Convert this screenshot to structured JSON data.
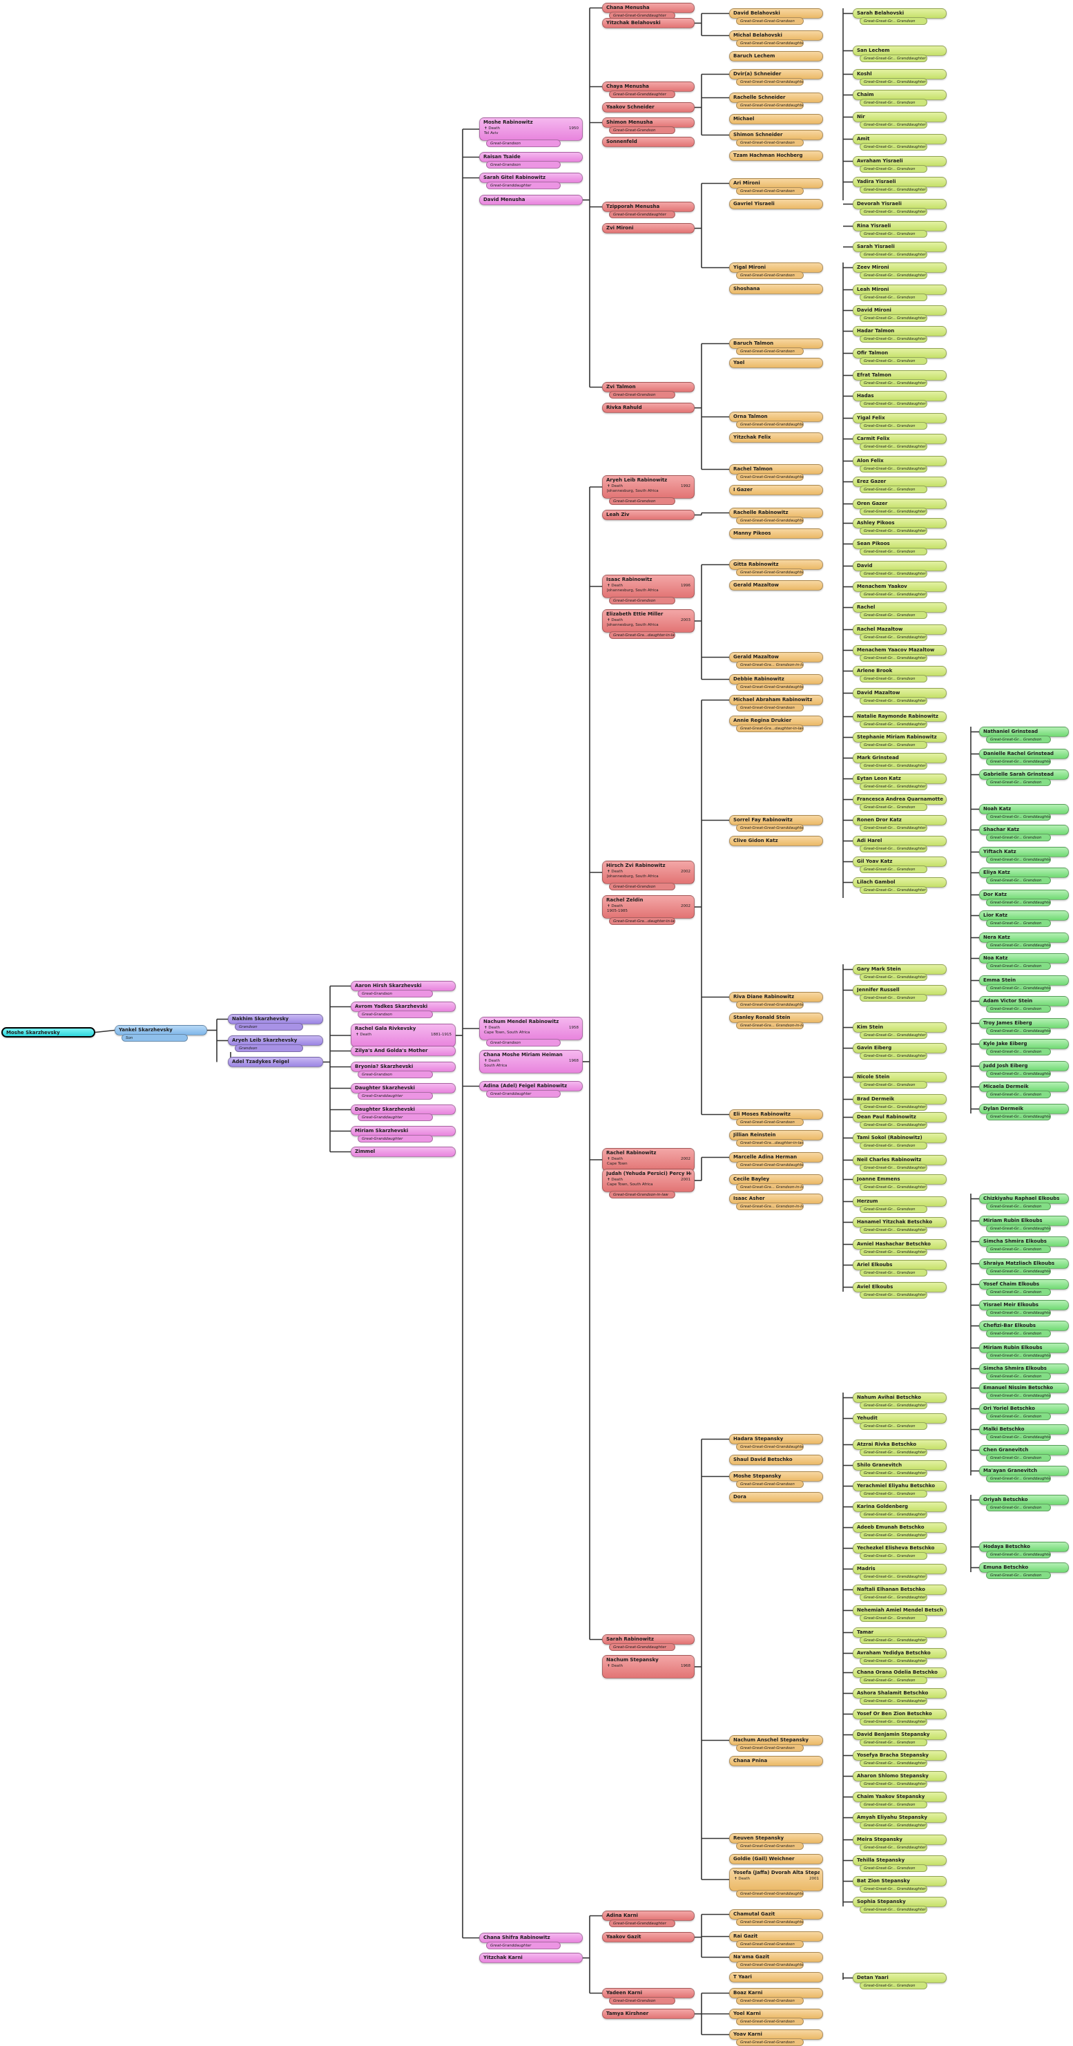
{
  "labels": {
    "death": "Death",
    "GGGGs": "Great-Great-Gr... Grandson",
    "GGGGd": "Great-Great-Gr... Granddaughter",
    "GGGs": "Great-Great-Great-Grandson",
    "GGGd": "Great-Great-Great-Granddaughter",
    "GGs": "Great-Great-Grandson",
    "GGd": "Great-Great-Granddaughter",
    "Gs": "Great-Grandson",
    "Gd": "Great-Granddaughter",
    "GGdil": "Great-Great-Gra...daughter-in-law",
    "GGGdil": "Great-Great-Gra...daughter-in-law",
    "GGGGsil": "Great-Great-Gra... Grandson-in-law",
    "GGsil": "Great-Great-Grandson-in-law",
    "GGGsil": "Great-Great-Great-Grandson-in-law"
  },
  "colors": {
    "gen0": "#2fd6dc",
    "gen1": "#8fc0ec",
    "gen2": "#a892e6",
    "gen3": "#ec95e3",
    "gen4": "#e58484",
    "gen5": "#eec27c",
    "gen6": "#cce67c",
    "gen7": "#84de86",
    "connector": "#333333"
  },
  "people": [
    {
      "id": "moshe",
      "name": "Moshe Skarzhevsky",
      "gen": 0
    },
    {
      "id": "yankel",
      "parent": "moshe",
      "name": "Yankel Skarzhevsky",
      "gen": 1,
      "rel": "Son"
    },
    {
      "id": "nakhim",
      "parent": "yankel",
      "name": "Nakhim Skarzhevsky",
      "gen": 2,
      "rel": "Grandson"
    },
    {
      "id": "aryeh",
      "parent": "yankel",
      "name": "Aryeh Leib Skarzhevsky",
      "gen": 2,
      "rel": "Grandson"
    },
    {
      "id": "adel",
      "parent": "yankel",
      "name": "Adel Tzadykes Feigel",
      "gen": 2,
      "spouse": true
    },
    {
      "id": "aaronhirsh",
      "parent": "aryeh",
      "name": "Aaron Hirsh Skarzhevski",
      "gen": 3,
      "rel": "Great-Grandson"
    },
    {
      "id": "avrom",
      "parent": "aryeh",
      "name": "Avrom Yadkes Skarzhevski",
      "gen": 3,
      "rel": "Great-Grandson"
    },
    {
      "id": "racheltala",
      "parent": "aryeh",
      "name": "Rachel Gala Rivkevsky",
      "gen": 3,
      "d1": "1881-1915",
      "big": true
    },
    {
      "id": "zilya",
      "parent": "aryeh",
      "name": "Zilya's And Golda's Mother",
      "gen": 3
    },
    {
      "id": "bryonia",
      "parent": "aryeh",
      "name": "Bryonia? Skarzhevski",
      "gen": 3,
      "rel": "Great-Grandson"
    },
    {
      "id": "daughter1",
      "parent": "aryeh",
      "name": "Daughter Skarzhevski",
      "gen": 3,
      "rel": "Great-Granddaughter"
    },
    {
      "id": "daughter2",
      "parent": "aryeh",
      "name": "Daughter Skarzhevski",
      "gen": 3,
      "rel": "Great-Granddaughter"
    },
    {
      "id": "miriam",
      "parent": "aryeh",
      "name": "Miriam Skarzhevski",
      "gen": 3,
      "rel": "Great-Granddaughter"
    },
    {
      "id": "zimmel",
      "parent": "aryeh",
      "name": "Zimmel",
      "gen": 3
    },
    {
      "id": "mosherab",
      "parent": "racheltala",
      "name": "Moshe Rabinowitz",
      "gen": 3,
      "d1": "1950",
      "d2": "Tel Aviv",
      "rel": "Great-Grandson",
      "big": true
    },
    {
      "id": "raisa",
      "parent": "racheltala",
      "name": "Raisan Tsaide",
      "gen": 3,
      "rel": "Great-Grandson"
    },
    {
      "id": "sarahgitel",
      "parent": "racheltala",
      "name": "Sarah Gitel Rabinowitz",
      "gen": 3,
      "rel": "Great-Granddaughter"
    },
    {
      "id": "davidmen",
      "parent": "racheltala",
      "name": "David Menusha",
      "gen": 3,
      "spouse": true
    },
    {
      "id": "nachummendel",
      "parent": "racheltala",
      "name": "Nachum Mendel Rabinowitz",
      "gen": 3,
      "d1": "1958",
      "d2": "Cape Town, South Africa",
      "rel": "Great-Grandson",
      "big": true
    },
    {
      "id": "chanamoshe",
      "parent": "racheltala",
      "name": "Chana Moshe Miriam Heiman",
      "gen": 3,
      "d1": "1968",
      "d2": "South Africa",
      "big": true,
      "spouse": true
    },
    {
      "id": "adina",
      "parent": "racheltala",
      "name": "Adina (Adel) Feigel Rabinowitz",
      "gen": 3,
      "rel": "Great-Granddaughter"
    },
    {
      "id": "chanashifra",
      "parent": "racheltala",
      "name": "Chana Shifra Rabinowitz",
      "gen": 3,
      "rel": "Great-Granddaughter"
    },
    {
      "id": "yitzchakkarni",
      "parent": "racheltala",
      "name": "Yitzchak Karni",
      "gen": 3,
      "spouse": true
    },
    {
      "id": "chanamen",
      "name": "Chana Menusha",
      "gen": 4,
      "rel": "Great-Great-Granddaughter"
    },
    {
      "id": "yitzbel",
      "name": "Yitzchak Belahovski",
      "gen": 4,
      "spouse": true
    },
    {
      "id": "chayamen",
      "name": "Chaya Menusha",
      "gen": 4,
      "rel": "Great-Great-Granddaughter"
    },
    {
      "id": "yaakovsch",
      "name": "Yaakov Schneider",
      "gen": 4,
      "spouse": true
    },
    {
      "id": "shimonmen",
      "name": "Shimon Menusha",
      "gen": 4,
      "rel": "Great-Great-Grandson"
    },
    {
      "id": "sonnenfeld",
      "name": "Sonnenfeld",
      "gen": 4,
      "spouse": true
    },
    {
      "id": "tzipporah",
      "name": "Tzipporah Menusha",
      "gen": 4,
      "rel": "Great-Great-Granddaughter"
    },
    {
      "id": "zvmiron",
      "name": "Zvi Mironi",
      "gen": 4,
      "spouse": true
    },
    {
      "id": "zvtalmon",
      "name": "Zvi Talmon",
      "gen": 4,
      "rel": "Great-Great-Grandson"
    },
    {
      "id": "rivkarah",
      "name": "Rivka Rahuld",
      "gen": 4,
      "spouse": true
    },
    {
      "id": "aryehleib",
      "name": "Aryeh Leib Rabinowitz",
      "gen": 4,
      "d1": "1992",
      "d2": "Johannesburg, South Africa",
      "rel": "Great-Great-Grandson",
      "big": true
    },
    {
      "id": "leahziv",
      "name": "Leah Ziv",
      "gen": 4,
      "spouse": true
    },
    {
      "id": "isaac",
      "name": "Isaac Rabinowitz",
      "gen": 4,
      "d1": "1996",
      "d2": "Johannesburg, South Africa",
      "rel": "Great-Great-Grandson",
      "big": true
    },
    {
      "id": "elizabeth",
      "name": "Elizabeth Ettie Miller",
      "gen": 4,
      "d1": "2003",
      "d2": "Johannesburg, South Africa",
      "rel": "Great-Great-Gra...daughter-in-law",
      "big": true
    },
    {
      "id": "hirsch",
      "name": "Hirsch Zvi Rabinowitz",
      "gen": 4,
      "d1": "2002",
      "d2": "Johannesburg, South Africa",
      "rel": "Great-Great-Grandson",
      "big": true
    },
    {
      "id": "rachelzeldin",
      "name": "Rachel Zeldin",
      "gen": 4,
      "d1": "2002",
      "d2": "1905-1985",
      "rel": "Great-Great-Gra...daughter-in-law",
      "big": true
    },
    {
      "id": "rachelrab",
      "name": "Rachel Rabinowitz",
      "gen": 4,
      "d1": "2002",
      "d2": "Cape Town",
      "rel": "Great-Great-Granddaughter",
      "big": true
    },
    {
      "id": "judah",
      "name": "Judah (Yehuda Persici) Percy Herman",
      "gen": 4,
      "d1": "2001",
      "d2": "Cape Town, South Africa",
      "rel": "Great-Great-Grandson-in-law",
      "big": true
    },
    {
      "id": "sarahrab",
      "name": "Sarah Rabinowitz",
      "gen": 4,
      "rel": "Great-Great-Granddaughter"
    },
    {
      "id": "nachumstep",
      "name": "Nachum Stepansky",
      "gen": 4,
      "d1": "1968",
      "big": true
    },
    {
      "id": "adinakarni",
      "name": "Adina Karni",
      "gen": 4,
      "rel": "Great-Great-Granddaughter"
    },
    {
      "id": "yaakovgazit",
      "name": "Yaakov Gazit",
      "gen": 4,
      "spouse": true
    },
    {
      "id": "yadeenkarni",
      "name": "Yadeen Karni",
      "gen": 4,
      "rel": "Great-Great-Grandson"
    },
    {
      "id": "tamyakirs",
      "name": "Tamya Kirshner",
      "gen": 4,
      "spouse": true
    },
    {
      "id": "davidbel",
      "name": "David Belahovski",
      "gen": 5,
      "rel": "Great-Great-Great-Grandson"
    },
    {
      "id": "michalbel",
      "name": "Michal Belahovski",
      "gen": 5,
      "rel": "Great-Great-Great-Granddaughter"
    },
    {
      "id": "baruchlech",
      "name": "Baruch Lechem",
      "gen": 5,
      "spouse": true
    },
    {
      "id": "dvirsch",
      "name": "Dvir(a) Schneider",
      "gen": 5,
      "rel": "Great-Great-Great-Granddaughter"
    },
    {
      "id": "rachellesch",
      "name": "Rachelle Schneider",
      "gen": 5,
      "rel": "Great-Great-Great-Granddaughter"
    },
    {
      "id": "michael",
      "name": "Michael",
      "gen": 5,
      "spouse": true
    },
    {
      "id": "shimonsch",
      "name": "Shimon Schneider",
      "gen": 5,
      "rel": "Great-Great-Great-Grandson"
    },
    {
      "id": "tzamhach",
      "name": "Tzam Hachman Hochberg",
      "gen": 5,
      "spouse": true
    },
    {
      "id": "arimir",
      "name": "Ari Mironi",
      "gen": 5,
      "rel": "Great-Great-Great-Grandson"
    },
    {
      "id": "gavrielyis",
      "name": "Gavriel Yisraeli",
      "gen": 5,
      "spouse": true
    },
    {
      "id": "yigalmir",
      "name": "Yigal Mironi",
      "gen": 5,
      "rel": "Great-Great-Great-Grandson"
    },
    {
      "id": "shoshana",
      "name": "Shoshana",
      "gen": 5,
      "spouse": true
    },
    {
      "id": "baruchtal",
      "name": "Baruch Talmon",
      "gen": 5,
      "rel": "Great-Great-Great-Grandson"
    },
    {
      "id": "yael",
      "name": "Yael",
      "gen": 5,
      "spouse": true
    },
    {
      "id": "orratal",
      "name": "Orna Talmon",
      "gen": 5,
      "rel": "Great-Great-Great-Granddaughter"
    },
    {
      "id": "yitzfelix",
      "name": "Yitzchak Felix",
      "gen": 5,
      "spouse": true
    },
    {
      "id": "racheltal",
      "name": "Rachel Talmon",
      "gen": 5,
      "rel": "Great-Great-Great-Granddaughter"
    },
    {
      "id": "igazer",
      "name": "I Gazer",
      "gen": 5,
      "spouse": true
    },
    {
      "id": "rachellerab",
      "name": "Rachelle Rabinowitz",
      "gen": 5,
      "rel": "Great-Great-Great-Granddaughter"
    },
    {
      "id": "manny",
      "name": "Manny Pikoos",
      "gen": 5,
      "spouse": true
    },
    {
      "id": "gittarab",
      "name": "Gitta Rabinowitz",
      "gen": 5,
      "rel": "Great-Great-Great-Granddaughter"
    },
    {
      "id": "geraldmaz",
      "name": "Gerald Mazaltow",
      "gen": 5,
      "spouse": true
    },
    {
      "id": "geraldmaz2",
      "name": "Gerald Mazaltow",
      "gen": 5,
      "rel": "Great-Great-Gra... Grandson-in-law"
    },
    {
      "id": "debbie",
      "name": "Debbie Rabinowitz",
      "gen": 5,
      "rel": "Great-Great-Great-Granddaughter"
    },
    {
      "id": "michaelabr",
      "name": "Michael Abraham Rabinowitz",
      "gen": 5,
      "rel": "Great-Great-Great-Grandson"
    },
    {
      "id": "anniedrukier",
      "name": "Annie Regina Drukier",
      "gen": 5,
      "rel": "Great-Great-Gra...daughter-in-law"
    },
    {
      "id": "sorrel",
      "name": "Sorrel Fay Rabinowitz",
      "gen": 5,
      "rel": "Great-Great-Great-Granddaughter"
    },
    {
      "id": "clive",
      "name": "Clive Gidon Katz",
      "gen": 5,
      "spouse": true
    },
    {
      "id": "rivadiane",
      "name": "Riva Diane Rabinowitz",
      "gen": 5,
      "rel": "Great-Great-Great-Granddaughter"
    },
    {
      "id": "stanley",
      "name": "Stanley Ronald Stein",
      "gen": 5,
      "rel": "Great-Great-Gra... Grandson-in-law"
    },
    {
      "id": "elimoses",
      "name": "Eli Moses Rabinowitz",
      "gen": 5,
      "rel": "Great-Great-Great-Grandson"
    },
    {
      "id": "jillian",
      "name": "Jillian Reinstein",
      "gen": 5,
      "rel": "Great-Great-Gra...daughter-in-law"
    },
    {
      "id": "marcelle",
      "name": "Marcelle Adina Herman",
      "gen": 5,
      "rel": "Great-Great-Great-Granddaughter"
    },
    {
      "id": "cecilbayley",
      "name": "Cecile Bayley",
      "gen": 5,
      "rel": "Great-Great-Gra... Grandson-in-law"
    },
    {
      "id": "isaaxisher",
      "name": "Isaac Asher",
      "gen": 5,
      "rel": "Great-Great-Gra... Grandson-in-law"
    },
    {
      "id": "hadara",
      "name": "Hadara Stepansky",
      "gen": 5,
      "rel": "Great-Great-Great-Granddaughter"
    },
    {
      "id": "shaul",
      "name": "Shaul David Betschko",
      "gen": 5,
      "spouse": true
    },
    {
      "id": "moshestep",
      "name": "Moshe Stepansky",
      "gen": 5,
      "rel": "Great-Great-Great-Grandson"
    },
    {
      "id": "dora",
      "name": "Dora",
      "gen": 5,
      "spouse": true
    },
    {
      "id": "nachumanschel",
      "name": "Nachum Anschel Stepansky",
      "gen": 5,
      "rel": "Great-Great-Great-Grandson"
    },
    {
      "id": "chanapnina",
      "name": "Chana Pnina",
      "gen": 5,
      "spouse": true
    },
    {
      "id": "reuvenstep",
      "name": "Reuven Stepansky",
      "gen": 5,
      "rel": "Great-Great-Great-Grandson"
    },
    {
      "id": "goldie",
      "name": "Goldie (Gail) Weichner",
      "gen": 5,
      "spouse": true
    },
    {
      "id": "yosefa",
      "name": "Yosefa (Jaffa) Dvorah Alta Stepansky",
      "gen": 5,
      "d1": "2001",
      "rel": "Great-Great-Great-Granddaughter",
      "big": true
    },
    {
      "id": "chamutal",
      "name": "Chamutal Gazit",
      "gen": 5,
      "rel": "Great-Great-Great-Granddaughter"
    },
    {
      "id": "raigazit",
      "name": "Rai Gazit",
      "gen": 5,
      "rel": "Great-Great-Great-Grandson"
    },
    {
      "id": "naamagazit",
      "name": "Na'ama Gazit",
      "gen": 5,
      "rel": "Great-Great-Great-Granddaughter"
    },
    {
      "id": "tyaari",
      "name": "T Yaari",
      "gen": 5,
      "spouse": true
    },
    {
      "id": "boazkarni",
      "name": "Boaz Karni",
      "gen": 5,
      "rel": "Great-Great-Great-Grandson"
    },
    {
      "id": "yoelkarni",
      "name": "Yoel Karni",
      "gen": 5,
      "rel": "Great-Great-Great-Grandson"
    },
    {
      "id": "yoavkarni",
      "name": "Yoav Karni",
      "gen": 5,
      "rel": "Great-Great-Great-Grandson"
    }
  ],
  "gen6_names": [
    "Sarah Belahovski",
    "San Lechem",
    "Koshl",
    "Chaim",
    "Nir",
    "Amit",
    "Avraham Yisraeli",
    "Yadira Yisraeli",
    "Devorah Yisraeli",
    "Rina Yisraeli",
    "Sarah Yisraeli",
    "Zeev Mironi",
    "Leah Mironi",
    "David Mironi",
    "Hadar Talmon",
    "Ofir Talmon",
    "Efrat Talmon",
    "Hadas",
    "Yigal Felix",
    "Carmit Felix",
    "Alon Felix",
    "Erez Gazer",
    "Oren Gazer",
    "Ashley Pikoos",
    "Sean Pikoos",
    "David",
    "Menachem Yaakov",
    "Rachel",
    "Rachel Mazaltow",
    "Menachem Yaacov Mazaltow",
    "Arlene Brook",
    "David Mazaltow",
    "Natalie Raymonde Rabinowitz",
    "Stephanie Miriam Rabinowitz",
    "Mark Grinstead",
    "Eytan Leon Katz",
    "Francesca Andrea Quarnamotten",
    "Ronen Dror Katz",
    "Adi Harel",
    "Gil Yoav Katz",
    "Lilach Gambol",
    "Gary Mark Stein",
    "Jennifer Russell",
    "Kim Stein",
    "Gavin Eiberg",
    "Nicole Stein",
    "Brad Dermeik",
    "Dean Paul Rabinowitz",
    "Tami Sokol (Rabinowitz)",
    "Neil Charles Rabinowitz",
    "Joanne Emmens",
    "Herzum",
    "Hanamel Yitzchak Betschko",
    "Avniel Hashachar Betschko",
    "Ariel Elkoubs",
    "Aviel Elkoubs",
    "Nahum Avihai Betschko",
    "Yehudit",
    "Atzrai Rivka Betschko",
    "Shilo Granevitch",
    "Yerachmiel Eliyahu Betschko",
    "Karina Goldenberg",
    "Adeeb Emunah Betschko",
    "Yechezkel Elisheva Betschko",
    "Madris",
    "Naftali Elhanan Betschko",
    "Nehemiah Amiel Mendel Betschko",
    "Tamar",
    "Avraham Yedidya Betschko",
    "Chana Orana Odelia Betschko",
    "Ashora Shalamit Betschko",
    "Yosef Or Ben Zion Betschko",
    "David Benjamin Stepansky",
    "Yosefya Bracha Stepansky",
    "Aharon Shlomo Stepansky",
    "Chaim Yaakov Stepansky",
    "Amyah Eliyahu Stepansky",
    "Meira Stepansky",
    "Tehilla Stepansky",
    "Bat Zion Stepansky",
    "Sophia Stepansky",
    "Detan Yaari"
  ],
  "gen7_names": [
    "Nathaniel Grinstead",
    "Danielle Rachel Grinstead",
    "Gabrielle Sarah Grinstead",
    "Noah Katz",
    "Shachar Katz",
    "Yiftach Katz",
    "Eliya Katz",
    "Dor Katz",
    "Lior Katz",
    "Nera Katz",
    "Noa Katz",
    "Emma Stein",
    "Adam Victor Stein",
    "Troy James Eiberg",
    "Kyle Jake Eiberg",
    "Judd Josh Eiberg",
    "Micaela Dermeik",
    "Dylan Dermeik",
    "Chizkiyahu Raphael Elkoubs",
    "Miriam Rubin Elkoubs",
    "Simcha Shmira Elkoubs",
    "Shraiya Matzliach Elkoubs",
    "Yosef Chaim Elkoubs",
    "Yisrael Meir Elkoubs",
    "Chefizi-Bar Elkoubs",
    "Miriam Rubin Elkoubs",
    "Simcha Shmira Elkoubs",
    "Emanuel Nissim Betschko",
    "Ori Yoriel Betschko",
    "Malki Betschko",
    "Chen Granevitch",
    "Ma'ayan Granevitch",
    "Oriyah Betschko",
    "Hodaya Betschko",
    "Emuna Betschko"
  ]
}
